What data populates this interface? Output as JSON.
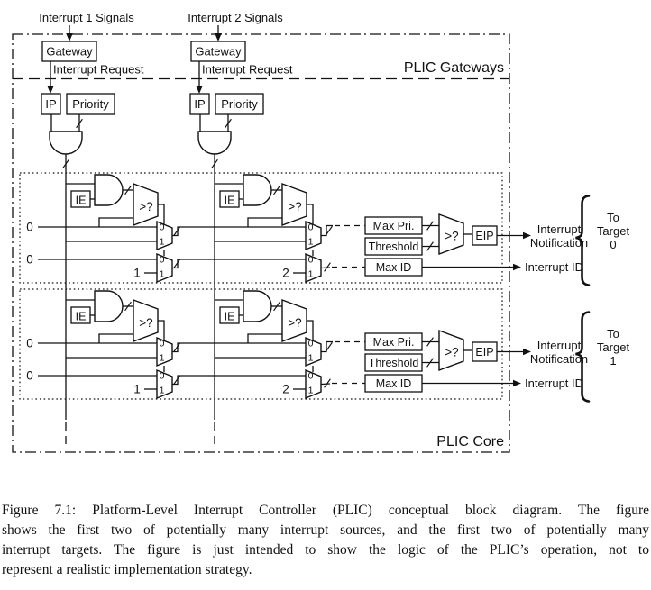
{
  "diagram": {
    "source_columns": [
      {
        "signals": "Interrupt 1 Signals",
        "gateway": "Gateway",
        "request": "Interrupt Request",
        "ip": "IP",
        "priority": "Priority"
      },
      {
        "signals": "Interrupt 2 Signals",
        "gateway": "Gateway",
        "request": "Interrupt Request",
        "ip": "IP",
        "priority": "Priority"
      }
    ],
    "region_labels": {
      "gateways": "PLIC Gateways",
      "core": "PLIC Core"
    },
    "glyphs": {
      "comparator": ">?",
      "mux_in0": "0",
      "mux_in1": "1"
    },
    "targets": [
      {
        "ie": "IE",
        "chain_init_priority": "0",
        "chain_init_id": "0",
        "source1_id": "1",
        "source2_id": "2",
        "max_pri": "Max Pri.",
        "threshold": "Threshold",
        "max_id": "Max ID",
        "eip": "EIP",
        "notification_line1": "Interrupt",
        "notification_line2": "Notification",
        "interrupt_id": "Interrupt ID",
        "to": "To",
        "target": "Target",
        "index": "0"
      },
      {
        "ie": "IE",
        "chain_init_priority": "0",
        "chain_init_id": "0",
        "source1_id": "1",
        "source2_id": "2",
        "max_pri": "Max Pri.",
        "threshold": "Threshold",
        "max_id": "Max ID",
        "eip": "EIP",
        "notification_line1": "Interrupt",
        "notification_line2": "Notification",
        "interrupt_id": "Interrupt ID",
        "to": "To",
        "target": "Target",
        "index": "1"
      }
    ]
  },
  "caption": {
    "lines": [
      "Figure 7.1:  Platform-Level Interrupt Controller (PLIC) conceptual block diagram.  The figure",
      "shows the first two of potentially many interrupt sources, and the first two of potentially many",
      "interrupt targets.  The figure is just intended to show the logic of the PLIC’s operation, not to",
      "represent a realistic implementation strategy."
    ]
  }
}
